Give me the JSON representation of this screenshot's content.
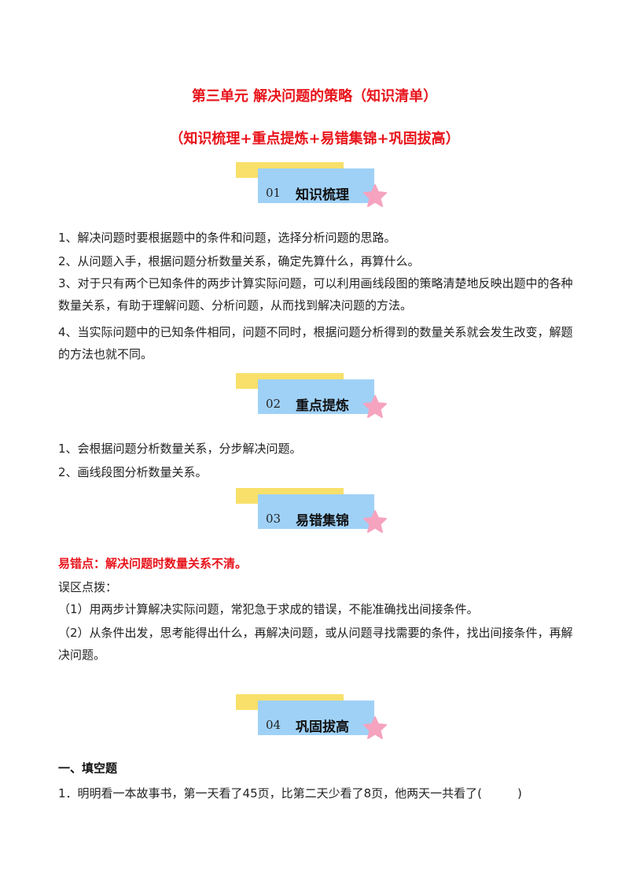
{
  "header": {
    "title": "第三单元 解决问题的策略（知识清单）",
    "subtitle": "（知识梳理+重点提炼+易错集锦+巩固拔高）"
  },
  "sections": [
    {
      "num": "01",
      "label": "知识梳理"
    },
    {
      "num": "02",
      "label": "重点提炼"
    },
    {
      "num": "03",
      "label": "易错集锦"
    },
    {
      "num": "04",
      "label": "巩固拔高"
    }
  ],
  "knowledge": [
    "1、解决问题时要根据题中的条件和问题，选择分析问题的思路。",
    "2、从问题入手，根据问题分析数量关系，确定先算什么，再算什么。",
    "3、对于只有两个已知条件的两步计算实际问题，可以利用画线段图的策略清楚地反映出题中的各种数量关系，有助于理解问题、分析问题，从而找到解决问题的方法。",
    "4、当实际问题中的已知条件相同，问题不同时，根据问题分析得到的数量关系就会发生改变，解题的方法也就不同。"
  ],
  "key_points": [
    "1、会根据问题分析数量关系，分步解决问题。",
    "2、画线段图分析数量关系。"
  ],
  "mistakes": {
    "heading": "易错点：解决问题时数量关系不清。",
    "subheading": "误区点拨：",
    "items": [
      "（1）用两步计算解决实际问题，常犯急于求成的错误，不能准确找出间接条件。",
      "（2）从条件出发，思考能得出什么，再解决问题，或从问题寻找需要的条件，找出间接条件，再解决问题。"
    ]
  },
  "practice": {
    "section_title": "一、填空题",
    "q1": "1．明明看一本故事书，第一天看了45页，比第二天少看了8页，他两天一共看了(　　　)"
  },
  "colors": {
    "title_red": "#e8141b",
    "badge_yellow": "#f8e06a",
    "badge_blue": "#9fd1f7",
    "star_pink": "#f5a3bf"
  }
}
